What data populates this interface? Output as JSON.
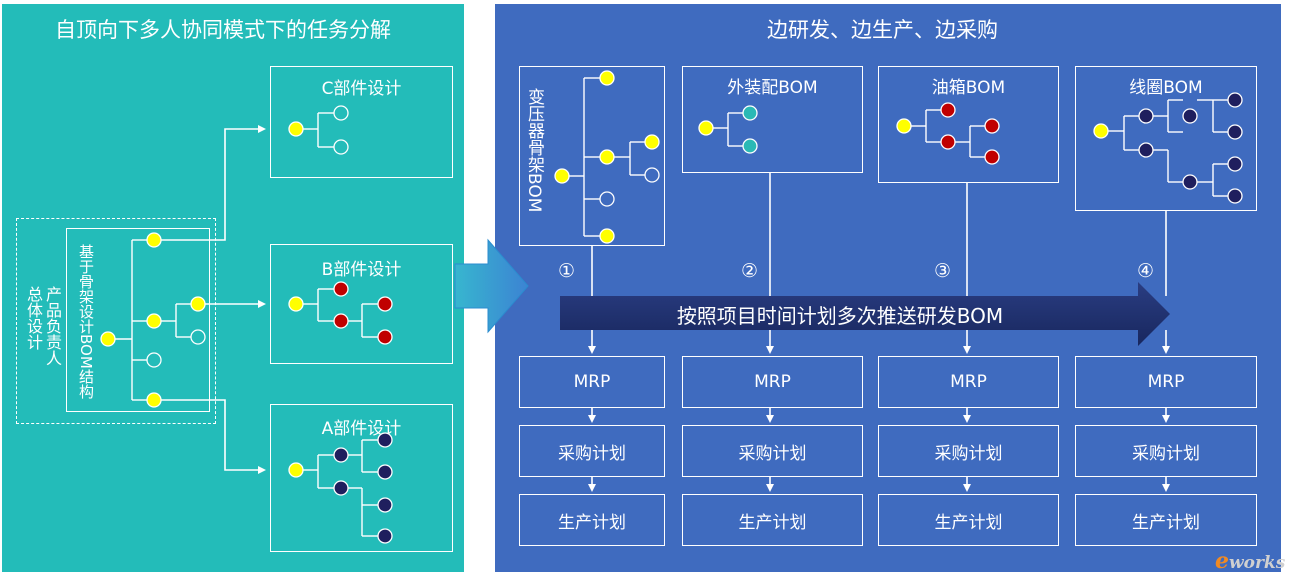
{
  "left_panel": {
    "title": "自顶向下多人协同模式下的任务分解",
    "owner_label": "产品负责人\n总体设计",
    "skeleton_label": "基于骨架设计BOM结构",
    "components": [
      {
        "label": "C部件设计"
      },
      {
        "label": "B部件设计"
      },
      {
        "label": "A部件设计"
      }
    ]
  },
  "right_panel": {
    "title": "边研发、边生产、边采购",
    "bom_columns": [
      {
        "label": "变压器骨架BOM",
        "marker": "①"
      },
      {
        "label": "外装配BOM",
        "marker": "②"
      },
      {
        "label": "油箱BOM",
        "marker": "③"
      },
      {
        "label": "线圈BOM",
        "marker": "④"
      }
    ],
    "push_banner": "按照项目时间计划多次推送研发BOM",
    "steps": [
      "MRP",
      "采购计划",
      "生产计划"
    ]
  },
  "colors": {
    "left_bg": "#23bcb9",
    "right_bg": "#3f6bbf",
    "yellow_node": "#ffff00",
    "teal_node": "#2ab9b5",
    "red_node": "#c00000",
    "navy_node": "#1f1f5e",
    "banner": "#1a2d6b",
    "big_arrow": "#3aa0d6"
  },
  "watermark": {
    "e": "e",
    "rest": "works"
  }
}
